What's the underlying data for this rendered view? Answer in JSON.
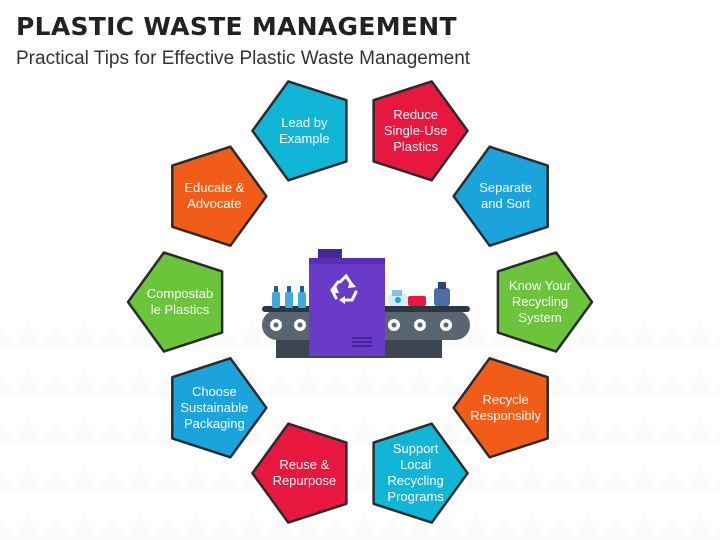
{
  "header": {
    "title": "PLASTIC WASTE MANAGEMENT",
    "subtitle": "Practical Tips for Effective Plastic Waste Management"
  },
  "colors": {
    "red": "#E8173F",
    "blue": "#1BA3DC",
    "green": "#6CC43A",
    "orange": "#F25C19",
    "teal": "#11B5D6",
    "machine_purple": "#6A3AC9",
    "belt_dark": "#3D4650"
  },
  "tips": [
    {
      "label": "Reduce Single-Use Plastics",
      "lines": [
        "Reduce",
        "Single-Use",
        "Plastics"
      ],
      "color": "#E8173F"
    },
    {
      "label": "Separate and Sort",
      "lines": [
        "Separate",
        "and Sort"
      ],
      "color": "#1BA3DC"
    },
    {
      "label": "Know Your Recycling System",
      "lines": [
        "Know Your",
        "Recycling",
        "System"
      ],
      "color": "#6CC43A"
    },
    {
      "label": "Recycle Responsibly",
      "lines": [
        "Recycle",
        "Responsibly"
      ],
      "color": "#F25C19"
    },
    {
      "label": "Support Local Recycling Programs",
      "lines": [
        "Support",
        "Local",
        "Recycling",
        "Programs"
      ],
      "color": "#11B5D6"
    },
    {
      "label": "Reuse & Repurpose",
      "lines": [
        "Reuse &",
        "Repurpose"
      ],
      "color": "#E8173F"
    },
    {
      "label": "Choose Sustainable Packaging",
      "lines": [
        "Choose",
        "Sustainable",
        "Packaging"
      ],
      "color": "#1BA3DC"
    },
    {
      "label": "Compostable Plastics",
      "lines": [
        "Compostab",
        "le Plastics"
      ],
      "color": "#6CC43A"
    },
    {
      "label": "Educate & Advocate",
      "lines": [
        "Educate &",
        "Advocate"
      ],
      "color": "#F25C19"
    },
    {
      "label": "Lead by Example",
      "lines": [
        "Lead by",
        "Example"
      ],
      "color": "#11B5D6"
    }
  ],
  "center_icon": "recycling-conveyor-machine-icon"
}
